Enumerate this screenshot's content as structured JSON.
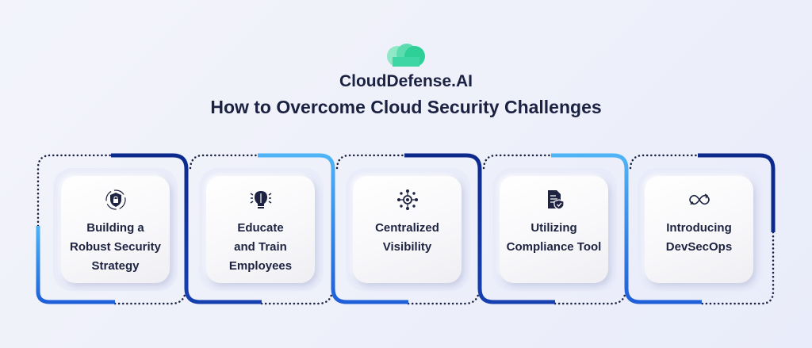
{
  "brand": {
    "name": "CloudDefense.AI",
    "logo_color": "#3ed6a4"
  },
  "title": "How to Overcome Cloud Security Challenges",
  "steps": [
    {
      "label": "Building a Robust Security Strategy",
      "icon": "shield-lock-icon"
    },
    {
      "label": "Educate and Train Employees",
      "icon": "brain-bulb-icon"
    },
    {
      "label": "Centralized Visibility",
      "icon": "network-hub-icon"
    },
    {
      "label": "Utilizing Compliance Tool",
      "icon": "document-shield-icon"
    },
    {
      "label": "Introducing DevSecOps",
      "icon": "devops-loop-icon"
    }
  ],
  "colors": {
    "dark": "#0c2a8c",
    "light": "#45b0f5",
    "text": "#1d2340"
  }
}
